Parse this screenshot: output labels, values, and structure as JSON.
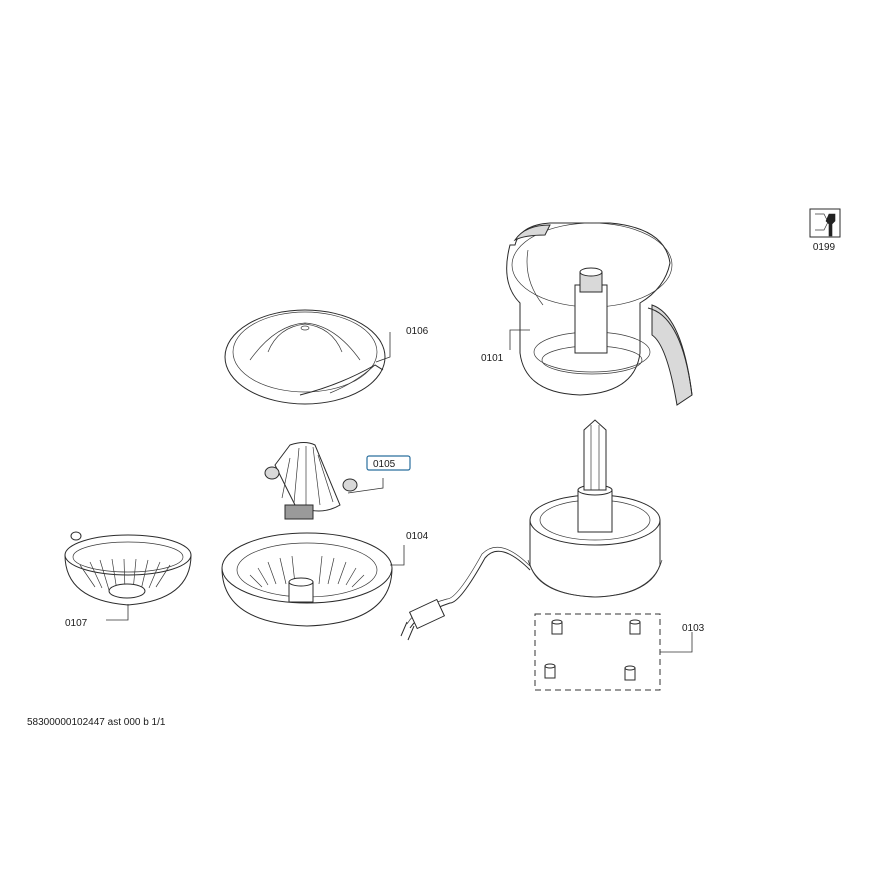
{
  "parts": [
    {
      "id": "p0101",
      "label": "0101",
      "description": ""
    },
    {
      "id": "p0103",
      "label": "0103",
      "description": ""
    },
    {
      "id": "p0104",
      "label": "0104",
      "description": ""
    },
    {
      "id": "p0105",
      "label": "0105",
      "description": ""
    },
    {
      "id": "p0106",
      "label": "0106",
      "description": ""
    },
    {
      "id": "p0107",
      "label": "0107",
      "description": ""
    },
    {
      "id": "p0199",
      "label": "0199",
      "description": ""
    }
  ],
  "labels": {
    "l0101": "0101",
    "l0103": "0103",
    "l0104": "0104",
    "l0105": "0105",
    "l0106": "0106",
    "l0107": "0107",
    "l0199": "0199"
  },
  "footer": {
    "code": "58300000102447 ast 000 b 1/1"
  },
  "selected_label": "0105",
  "colors": {
    "line": "#2b2b2b",
    "highlight": "#2a6f9e",
    "background": "#ffffff"
  },
  "icons": [
    "tool-wrench-icon"
  ]
}
